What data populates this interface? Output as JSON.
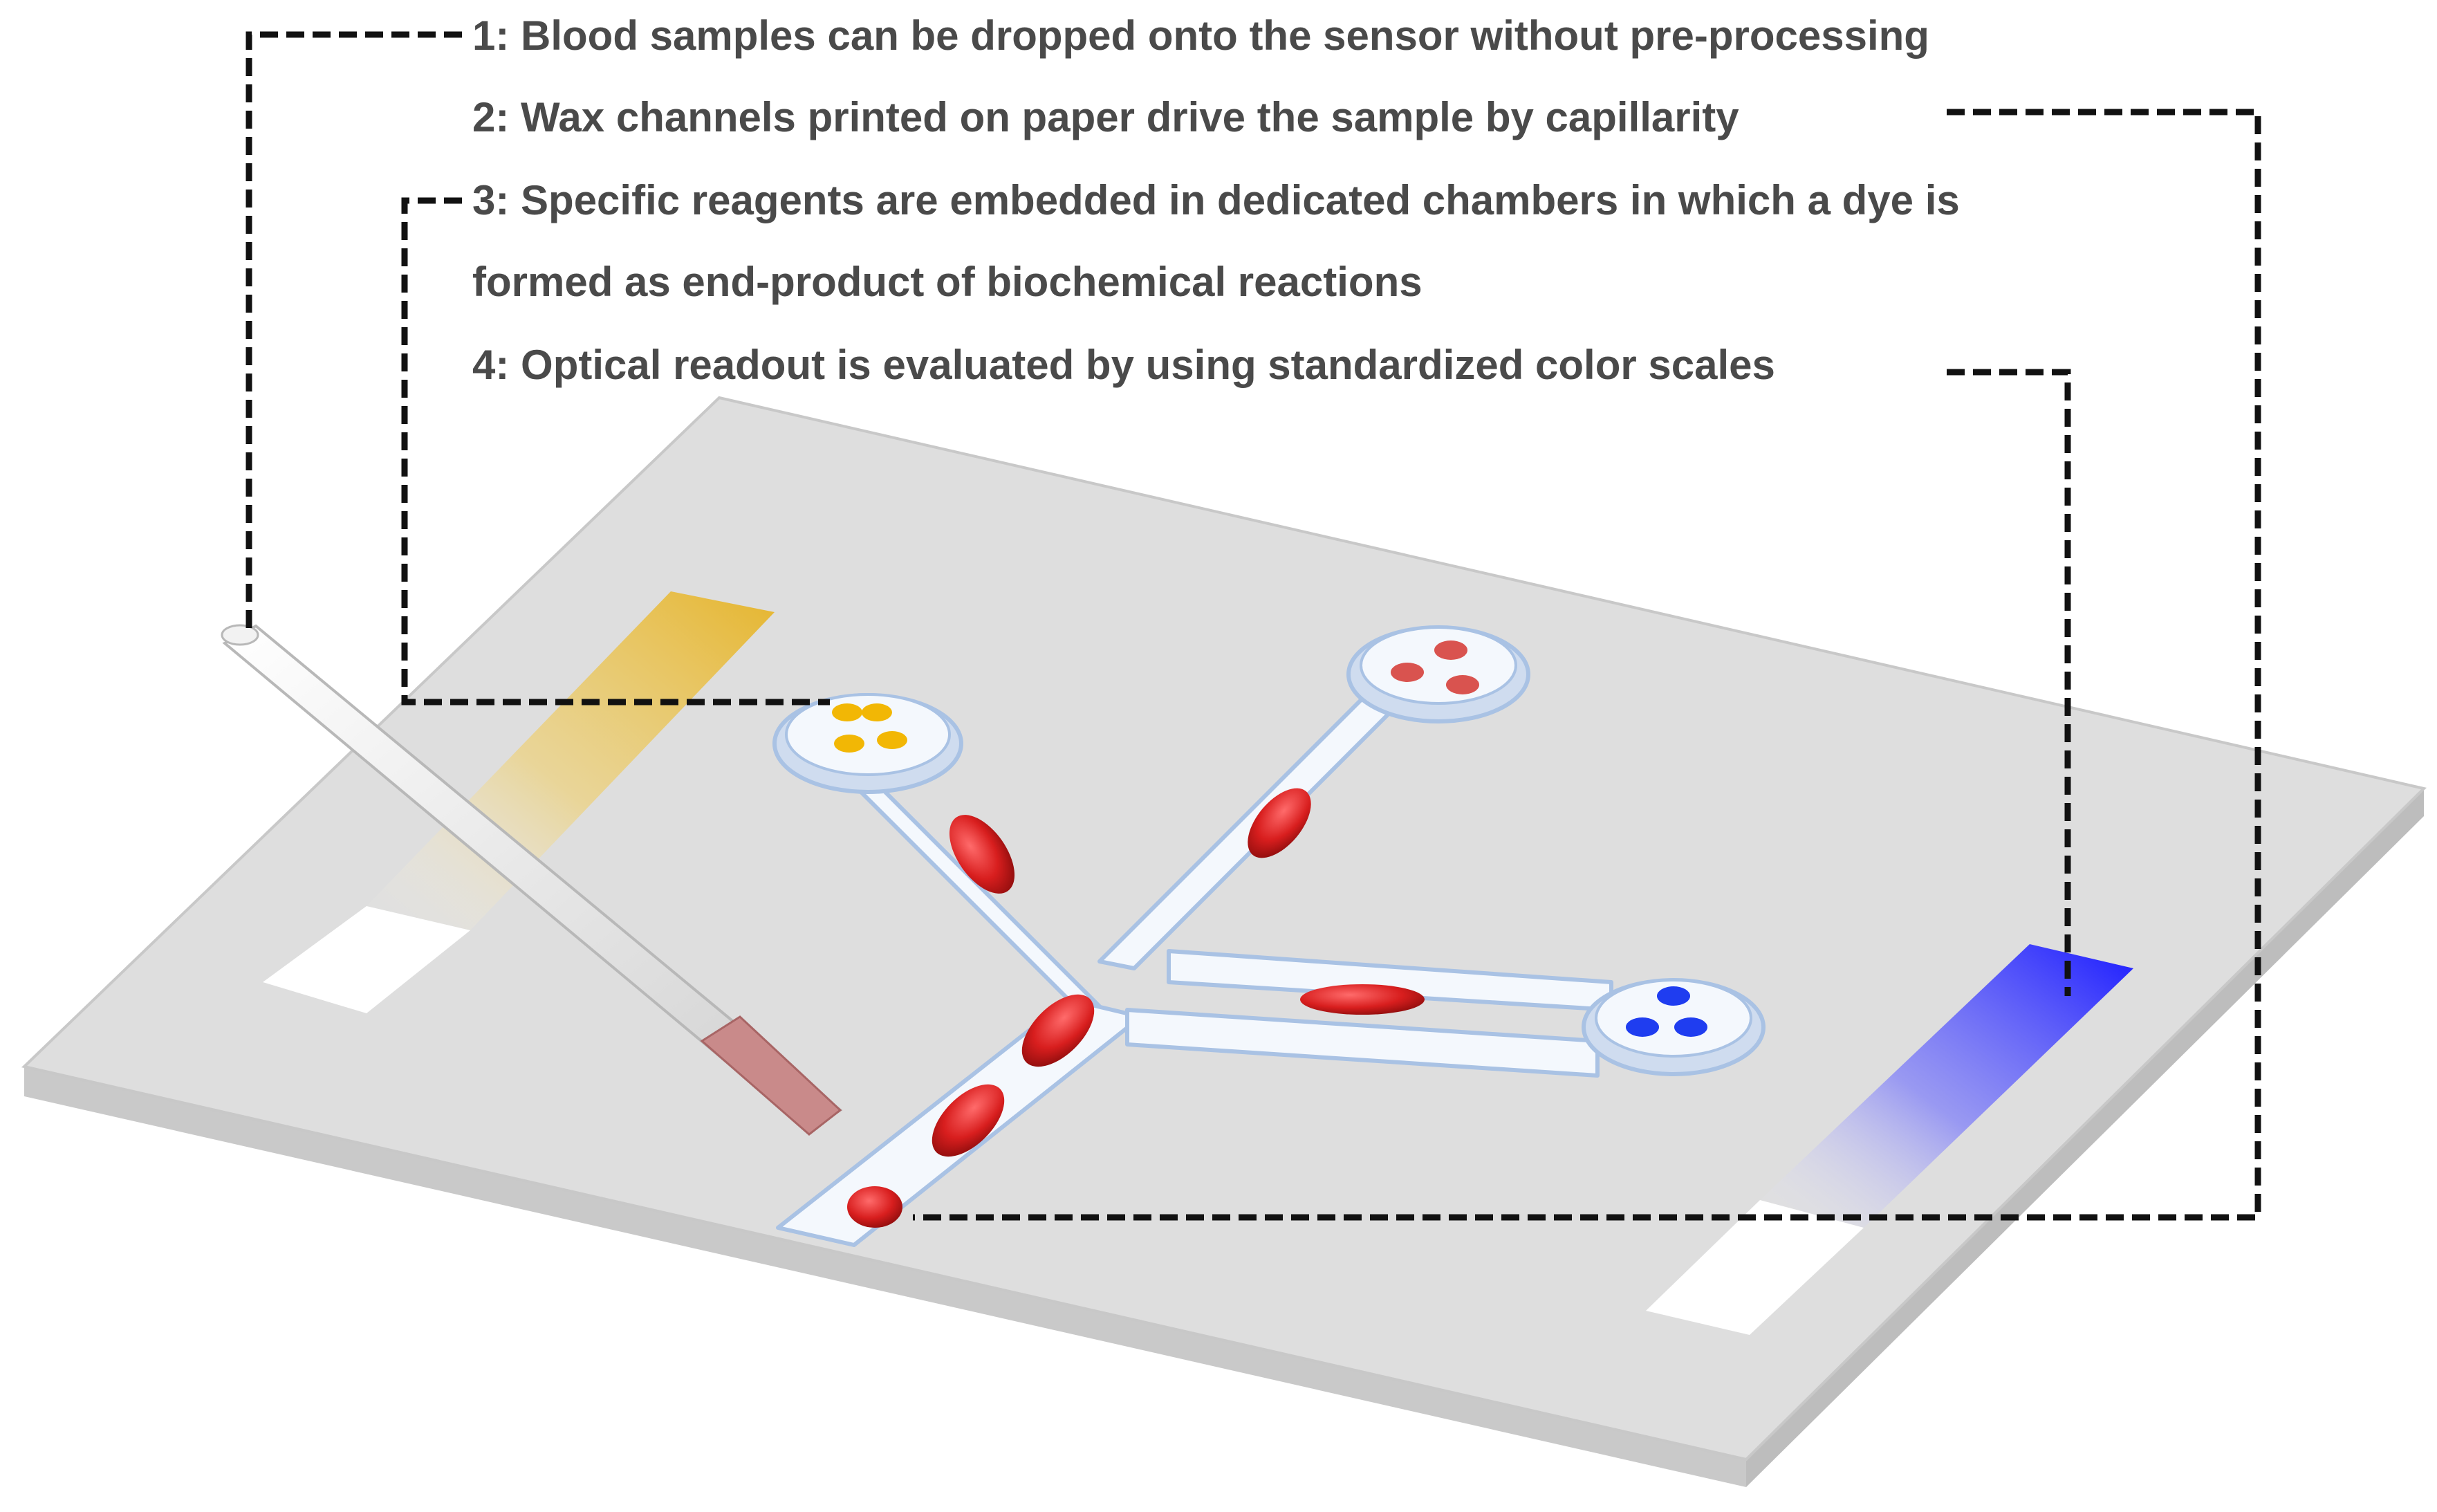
{
  "captions": {
    "step1": "1: Blood samples can be dropped onto the sensor without pre-processing",
    "step2": "2: Wax channels printed on paper drive the sample by capillarity",
    "step3_line1": "3: Specific reagents are embedded in dedicated chambers in which a dye is",
    "step3_line2": "formed as end-product of biochemical reactions",
    "step4": "4: Optical readout is evaluated by using standardized color scales"
  },
  "colors": {
    "plate": "#dedede",
    "plate_edge": "#c8c8c8",
    "channel_fill": "#f4f8fd",
    "channel_stroke": "#a9c2e4",
    "blood": "#d81e1e",
    "reagent_yellow": "#f2b705",
    "reagent_red": "#d9534f",
    "reagent_blue": "#1f3df0",
    "scale_yellow": "#e6b325",
    "scale_blue": "#1a1aff",
    "leader_line": "#111111",
    "caption_text": "#4a4a4a"
  },
  "icons": [
    "capillary-tube-icon",
    "blood-drop-icon"
  ]
}
